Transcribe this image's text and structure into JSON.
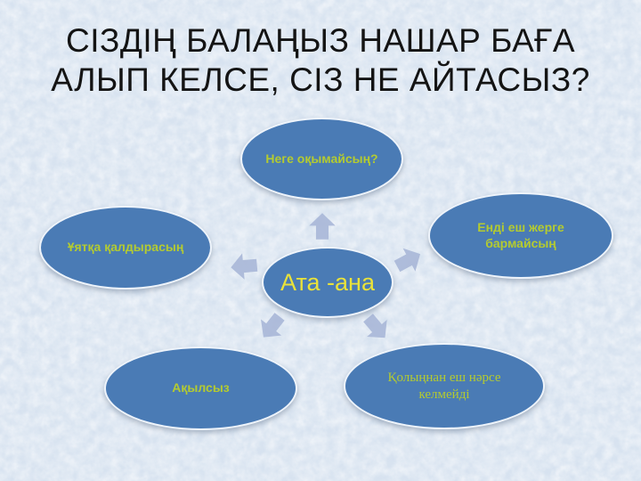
{
  "slide": {
    "title": {
      "line1": "СІЗДІҢ БАЛАҢЫЗ НАШАР БАҒА",
      "line2": "АЛЫП КЕЛСЕ, СІЗ НЕ АЙТАСЫЗ?"
    },
    "center": {
      "label": "Ата -ана"
    },
    "nodes": [
      {
        "id": "top",
        "label": "Неге оқымайсың?"
      },
      {
        "id": "left",
        "label": "Ұятқа қалдырасың"
      },
      {
        "id": "right",
        "label": "Енді еш жерге бармайсың"
      },
      {
        "id": "bottom-left",
        "label": "Ақылсыз"
      },
      {
        "id": "bottom-right",
        "label": "Қолыңнан еш нәрсе келмейді"
      }
    ],
    "colors": {
      "background": "#d8e3f0",
      "ellipse": "#4a7bb5",
      "label": "#b4cb30",
      "center_label": "#e9e23a",
      "arrow": "#a9b7d8",
      "title": "#141414"
    }
  }
}
